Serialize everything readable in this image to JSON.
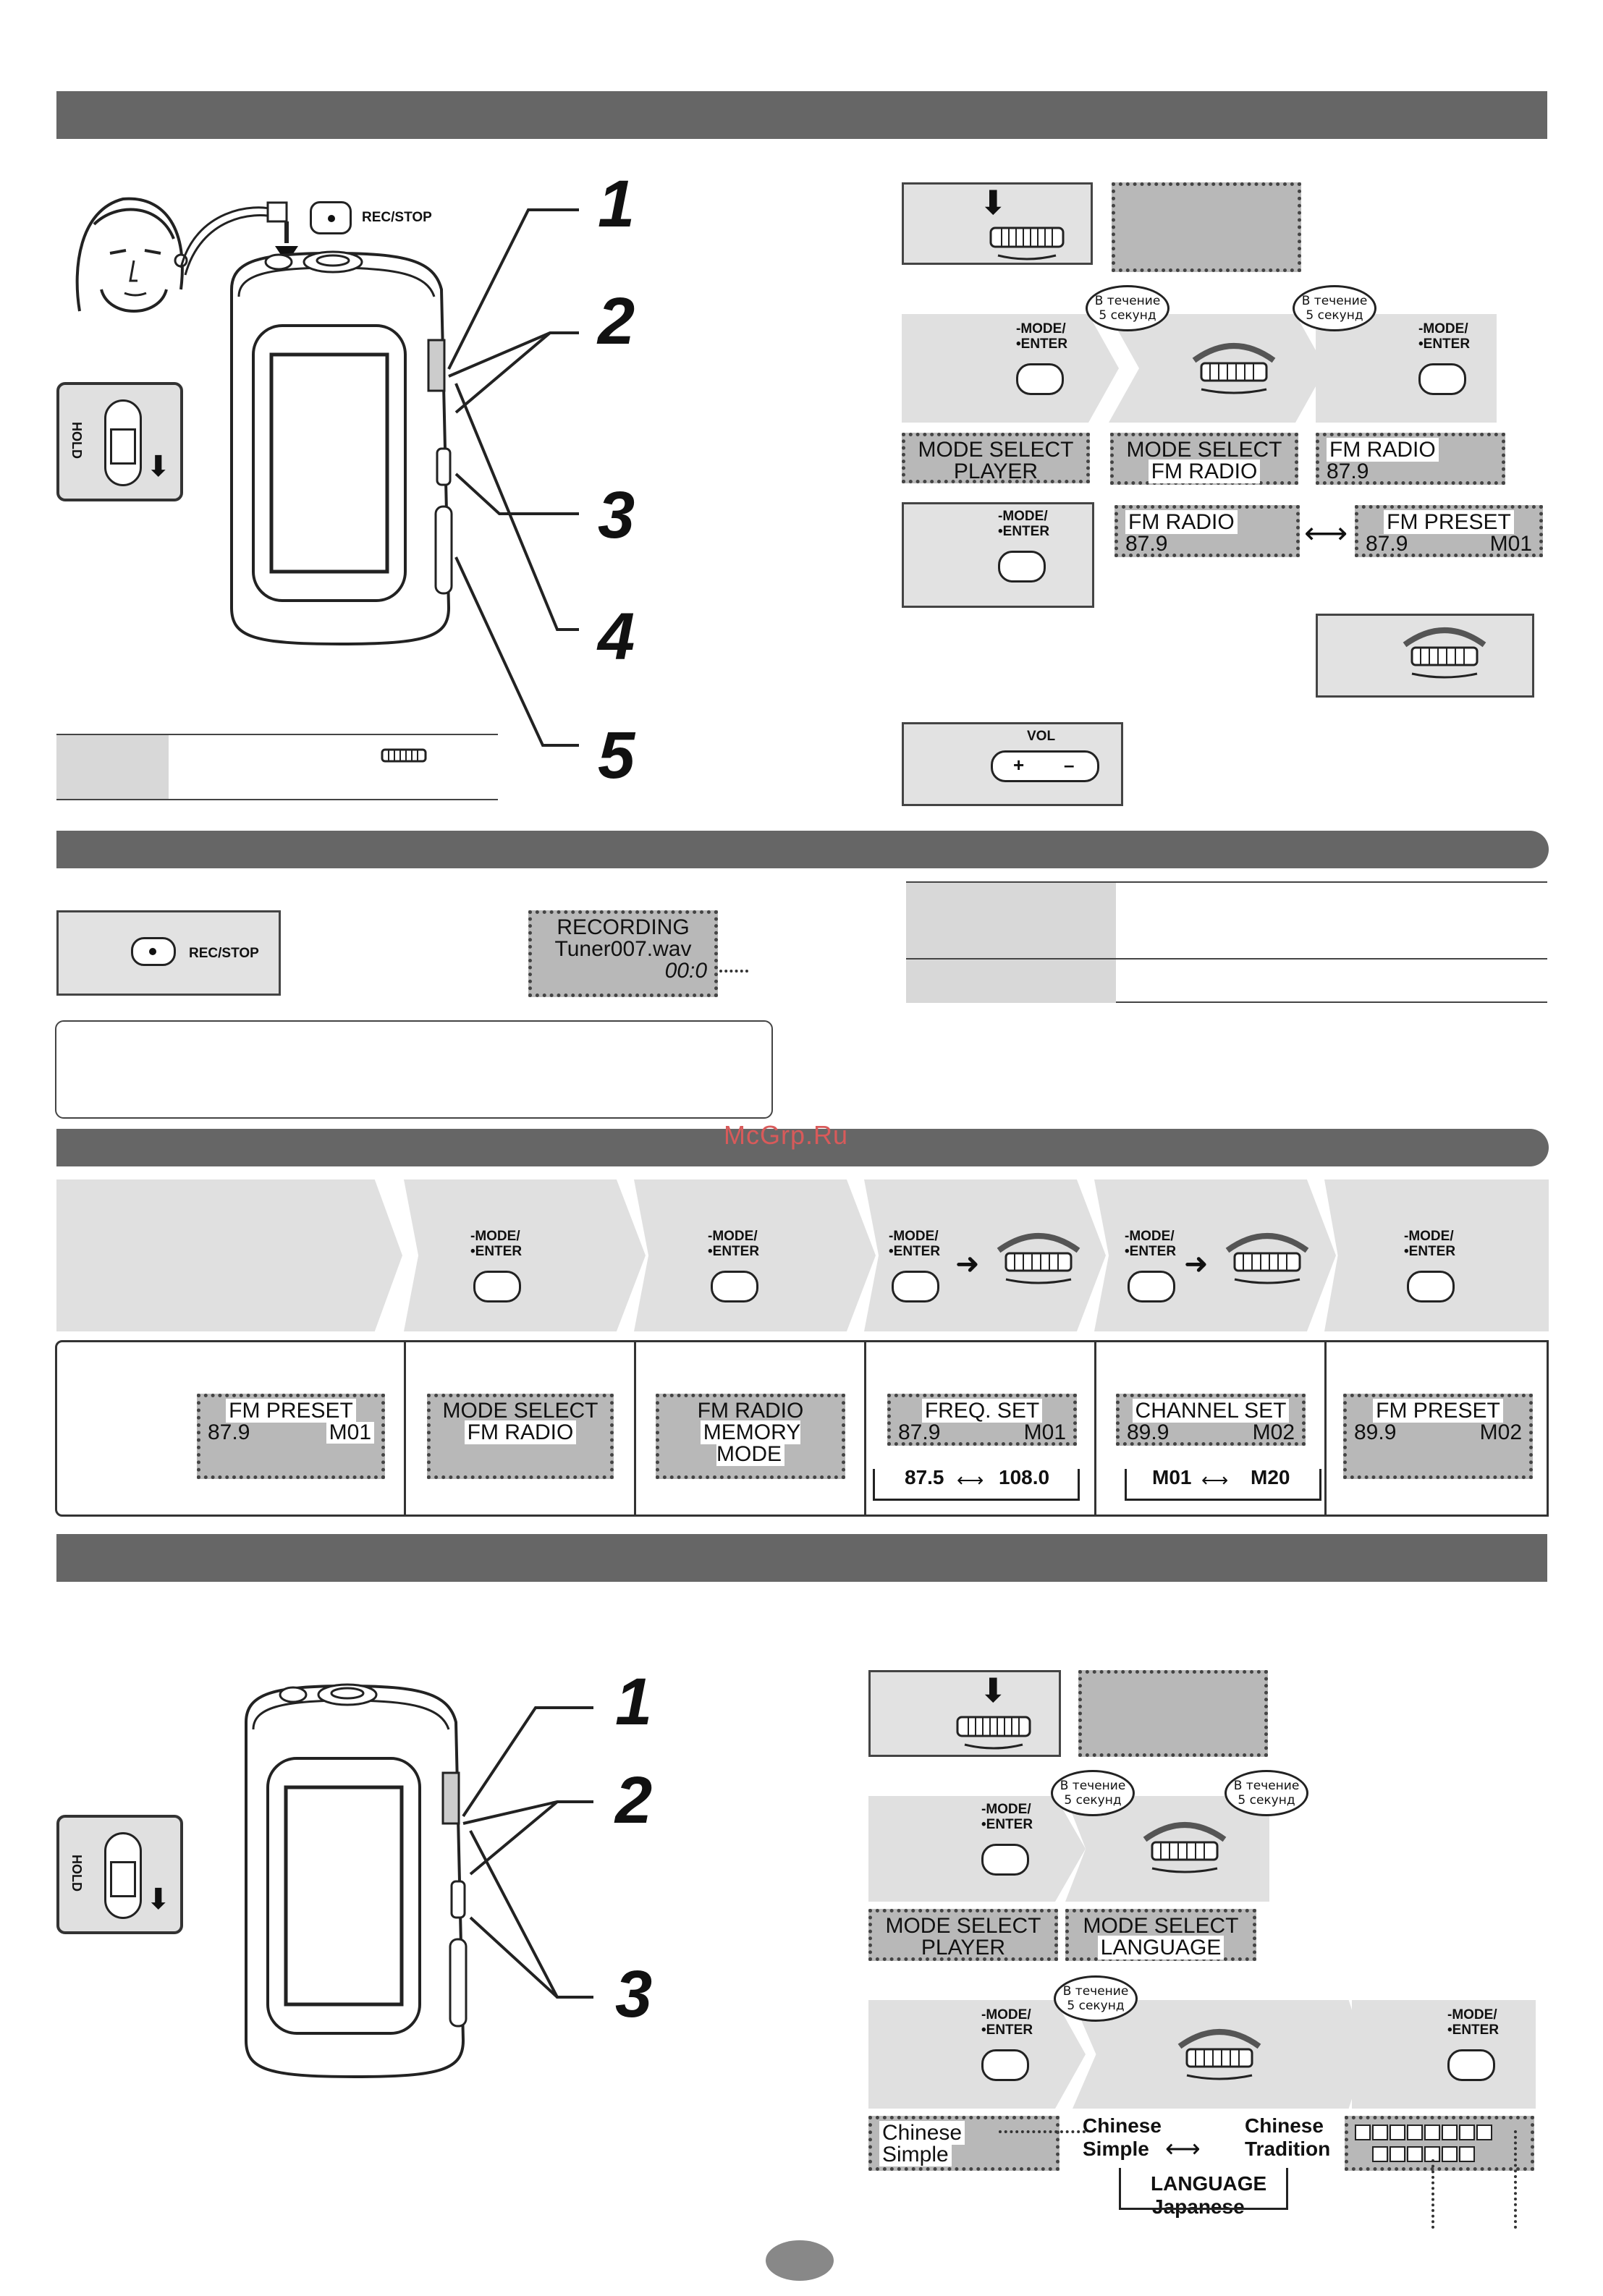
{
  "watermark": "McGrp.Ru",
  "device_labels": {
    "rec_stop": "REC/STOP",
    "hold": "HOLD",
    "mode_enter_line1": "-MODE/",
    "mode_enter_line2": "•ENTER",
    "vol": "VOL"
  },
  "callouts": [
    "1",
    "2",
    "3",
    "4",
    "5"
  ],
  "bubble_text": {
    "line1": "В течение",
    "line2": "5 секунд"
  },
  "section1": {
    "lcd_mode_player": {
      "line1": "MODE SELECT",
      "line2": "PLAYER"
    },
    "lcd_mode_fm": {
      "line1": "MODE SELECT",
      "line2": "FM RADIO"
    },
    "lcd_fm_radio": {
      "line1": "FM RADIO",
      "line2": "87.9"
    },
    "lcd_fm_radio_b": {
      "line1": "FM RADIO",
      "line2": "87.9"
    },
    "lcd_fm_preset": {
      "line1": "FM PRESET",
      "freq": "87.9",
      "ch": "M01"
    }
  },
  "section2": {
    "lcd_recording": {
      "line1": "RECORDING",
      "line2": "Tuner007.wav",
      "time": "00:0"
    }
  },
  "section3": {
    "lcd_preset": {
      "line1": "FM PRESET",
      "freq": "87.9",
      "ch": "M01"
    },
    "lcd_mode_fm": {
      "line1": "MODE SELECT",
      "line2": "FM RADIO"
    },
    "lcd_memory": {
      "line1": "FM RADIO",
      "line2": "MEMORY MODE"
    },
    "lcd_freq": {
      "line1": "FREQ. SET",
      "freq": "87.9",
      "ch": "M01"
    },
    "freq_range": {
      "min": "87.5",
      "max": "108.0"
    },
    "lcd_channel": {
      "line1": "CHANNEL SET",
      "freq": "89.9",
      "ch": "M02"
    },
    "channel_range": {
      "min": "M01",
      "max": "M20"
    },
    "lcd_final": {
      "line1": "FM PRESET",
      "freq": "89.9",
      "ch": "M02"
    }
  },
  "section4": {
    "lcd_mode_player": {
      "line1": "MODE SELECT",
      "line2": "PLAYER"
    },
    "lcd_mode_lang": {
      "line1": "MODE SELECT",
      "line2": "LANGUAGE"
    },
    "lcd_chinese": {
      "line1": "Chinese",
      "line2": "Simple"
    },
    "cycle": {
      "chinese_simple": [
        "Chinese",
        "Simple"
      ],
      "chinese_tradition": [
        "Chinese",
        "Tradition"
      ],
      "language": "LANGUAGE",
      "japanese": "Japanese"
    }
  }
}
